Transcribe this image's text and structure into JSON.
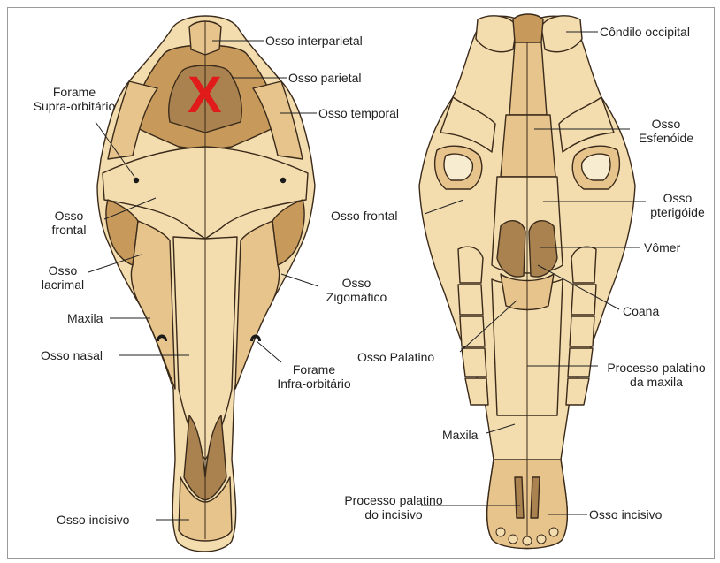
{
  "colors": {
    "bone_light": "#f3dcae",
    "bone_mid": "#e8c48d",
    "bone_dark": "#c79a5c",
    "bone_shadow": "#a9824f",
    "outline": "#3a2a1a",
    "mark": "#e11a1a"
  },
  "mark_text": "X",
  "left_labels": {
    "interparietal": "Osso interparietal",
    "parietal": "Osso parietal",
    "temporal": "Osso temporal",
    "forame_supra_1": "Forame",
    "forame_supra_2": "Supra-orbitário",
    "frontal_1": "Osso",
    "frontal_2": "frontal",
    "lacrimal_1": "Osso",
    "lacrimal_2": "lacrimal",
    "zigomatico_1": "Osso",
    "zigomatico_2": "Zigomático",
    "maxila": "Maxila",
    "nasal": "Osso nasal",
    "forame_infra_1": "Forame",
    "forame_infra_2": "Infra-orbitário",
    "incisivo": "Osso incisivo"
  },
  "right_labels": {
    "condilo": "Côndilo occipital",
    "esfenoide_1": "Osso",
    "esfenoide_2": "Esfenóide",
    "frontal": "Osso frontal",
    "pterigoide_1": "Osso",
    "pterigoide_2": "pterigóide",
    "vomer": "Vômer",
    "coana": "Coana",
    "palatino": "Osso Palatino",
    "proc_palatino_1": "Processo palatino",
    "proc_palatino_2": "da maxila",
    "maxila": "Maxila",
    "proc_incisivo_1": "Processo palatino",
    "proc_incisivo_2": "do incisivo",
    "incisivo": "Osso incisivo"
  }
}
